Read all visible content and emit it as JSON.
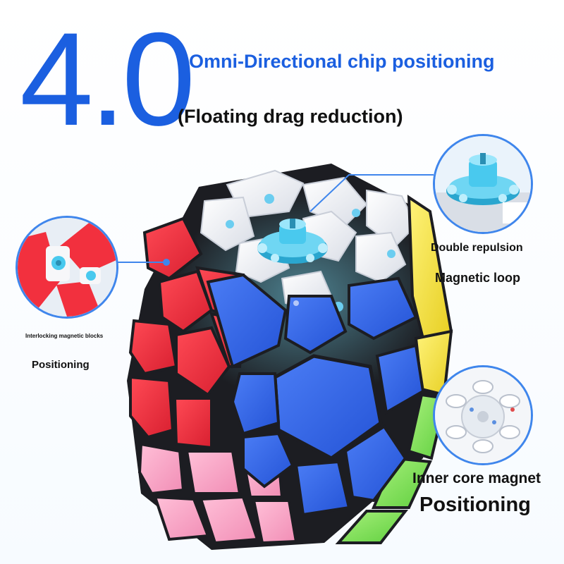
{
  "headline": {
    "version": "4.0",
    "title": "Omni-Directional chip positioning",
    "subtitle": "(Floating drag reduction)"
  },
  "callouts": {
    "top_right": {
      "line1": "Double repulsion",
      "line2": "Magnetic loop"
    },
    "left": {
      "line1": "Interlocking magnetic blocks",
      "line2": "Positioning"
    },
    "bottom_right": {
      "line1": "Inner core magnet",
      "line2": "Positioning"
    }
  },
  "icons": {
    "cube": "megaminx-cube-image",
    "magnet_ring": "magnet-ring-icon",
    "magnet_block": "magnet-block-icon",
    "core": "inner-core-icon"
  },
  "colors": {
    "accent_blue": "#1b5fe0",
    "callout_ring": "#3f86ec",
    "text_dark": "#111111",
    "cube_blue": "#2f62e8",
    "cube_red": "#f2303e",
    "cube_yellow": "#f5e33a",
    "cube_pink": "#f7a8c8",
    "cube_green": "#7ee05a",
    "cube_white": "#f3f3f3",
    "magnet_cyan": "#49c9ee"
  }
}
